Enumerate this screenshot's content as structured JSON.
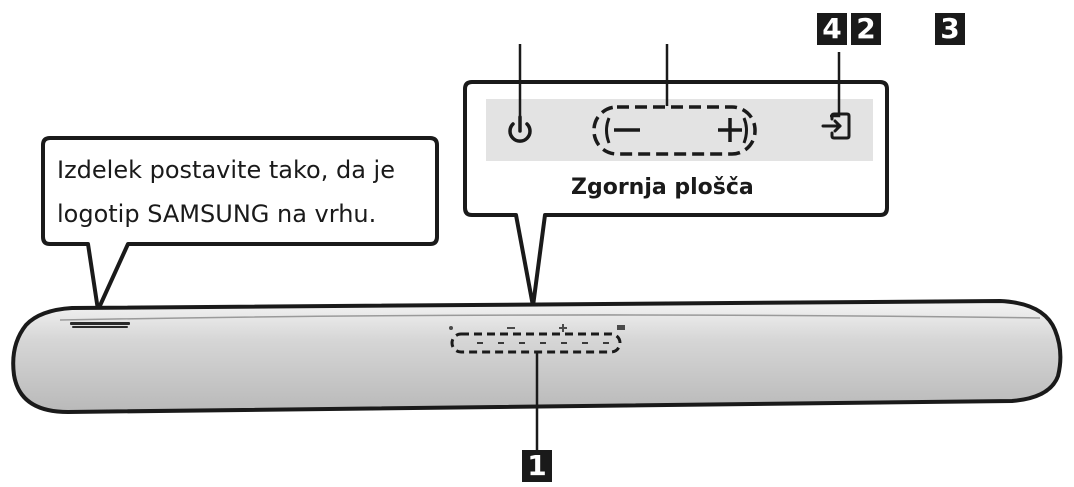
{
  "callout": {
    "line1": "Izdelek postavite tako, da je",
    "line2": "logotip SAMSUNG na vrhu."
  },
  "top_panel": {
    "label": "Zgornja plošča",
    "buttons": [
      {
        "name": "power",
        "icon": "power-icon"
      },
      {
        "name": "volume-down",
        "icon": "minus-icon"
      },
      {
        "name": "volume-up",
        "icon": "plus-icon"
      },
      {
        "name": "source",
        "icon": "input-source-icon"
      }
    ]
  },
  "badges": {
    "b4": "4",
    "b2": "2",
    "b3": "3",
    "b1": "1"
  },
  "colors": {
    "panel_bg": "#e3e3e3",
    "bar_fill": "#cfcfcf",
    "stroke": "#1a1a1a"
  }
}
